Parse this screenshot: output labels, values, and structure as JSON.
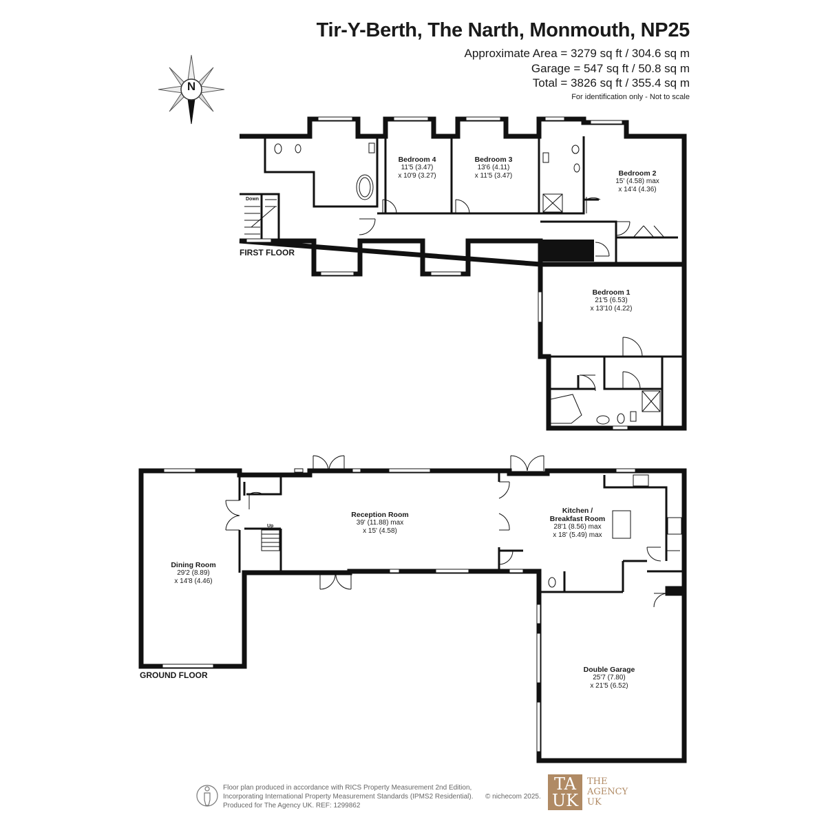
{
  "header": {
    "title": "Tir-Y-Berth, The Narth, Monmouth, NP25",
    "area_line": "Approximate Area = 3279 sq ft / 304.6 sq m",
    "garage_line": "Garage = 547 sq ft / 50.8 sq m",
    "total_line": "Total = 3826 sq ft / 355.4 sq m",
    "note": "For identification only - Not to scale"
  },
  "compass": {
    "letter": "N"
  },
  "first_floor": {
    "label": "FIRST FLOOR",
    "stair_label": "Down",
    "rooms": {
      "bedroom4": {
        "name": "Bedroom 4",
        "dim1": "11'5 (3.47)",
        "dim2": "x 10'9 (3.27)"
      },
      "bedroom3": {
        "name": "Bedroom 3",
        "dim1": "13'6 (4.11)",
        "dim2": "x 11'5 (3.47)"
      },
      "bedroom2": {
        "name": "Bedroom 2",
        "dim1": "15' (4.58) max",
        "dim2": "x 14'4 (4.36)"
      },
      "bedroom1": {
        "name": "Bedroom 1",
        "dim1": "21'5 (6.53)",
        "dim2": "x 13'10 (4.22)"
      }
    }
  },
  "ground_floor": {
    "label": "GROUND FLOOR",
    "stair_label": "Up",
    "rooms": {
      "reception": {
        "name": "Reception Room",
        "dim1": "39' (11.88) max",
        "dim2": "x 15' (4.58)"
      },
      "kitchen": {
        "name": "Kitchen /",
        "name2": "Breakfast Room",
        "dim1": "28'1 (8.56) max",
        "dim2": "x 18' (5.49) max"
      },
      "dining": {
        "name": "Dining Room",
        "dim1": "29'2 (8.89)",
        "dim2": "x 14'8 (4.46)"
      },
      "garage": {
        "name": "Double Garage",
        "dim1": "25'7 (7.80)",
        "dim2": "x 21'5 (6.52)"
      }
    }
  },
  "footer": {
    "line1": "Floor plan produced in accordance with RICS Property Measurement 2nd Edition,",
    "line2": "Incorporating International Property Measurement Standards (IPMS2 Residential).",
    "line3": "Produced for The Agency UK.   REF:   1299862",
    "copyright": "© nichecom 2025.",
    "logo_mark1": "TA",
    "logo_mark2": "UK",
    "logo_text1": "THE",
    "logo_text2": "AGENCY",
    "logo_text3": "UK"
  },
  "colors": {
    "wall": "#111111",
    "logo": "#b08a64",
    "footer_text": "#666666"
  }
}
